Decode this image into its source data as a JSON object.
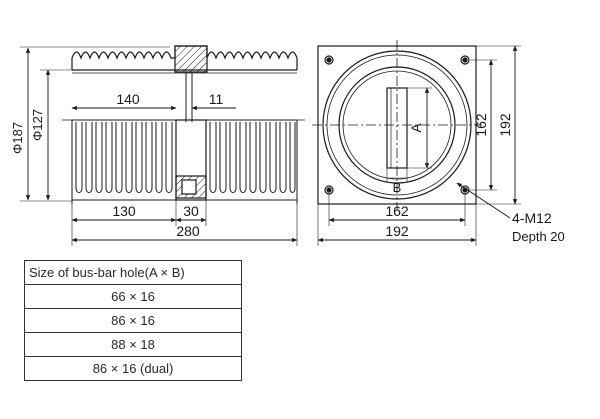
{
  "side_view": {
    "outer_diameter": "Φ187",
    "inner_diameter": "Φ127",
    "dim_140": "140",
    "dim_11": "11",
    "dim_130": "130",
    "dim_30": "30",
    "dim_280": "280"
  },
  "front_view": {
    "dim_A": "A",
    "dim_B": "B",
    "dim_162_vertical": "162",
    "dim_192_vertical": "192",
    "dim_162_horizontal": "162",
    "dim_192_horizontal": "192",
    "bolt_spec": "4-M12",
    "bolt_depth": "Depth 20"
  },
  "table": {
    "header": "Size of bus-bar hole(A × B)",
    "rows": [
      "66 × 16",
      "86 × 16",
      "88 × 18",
      "86 × 16 (dual)"
    ]
  },
  "colors": {
    "line": "#1a1a1a",
    "background": "#ffffff"
  }
}
